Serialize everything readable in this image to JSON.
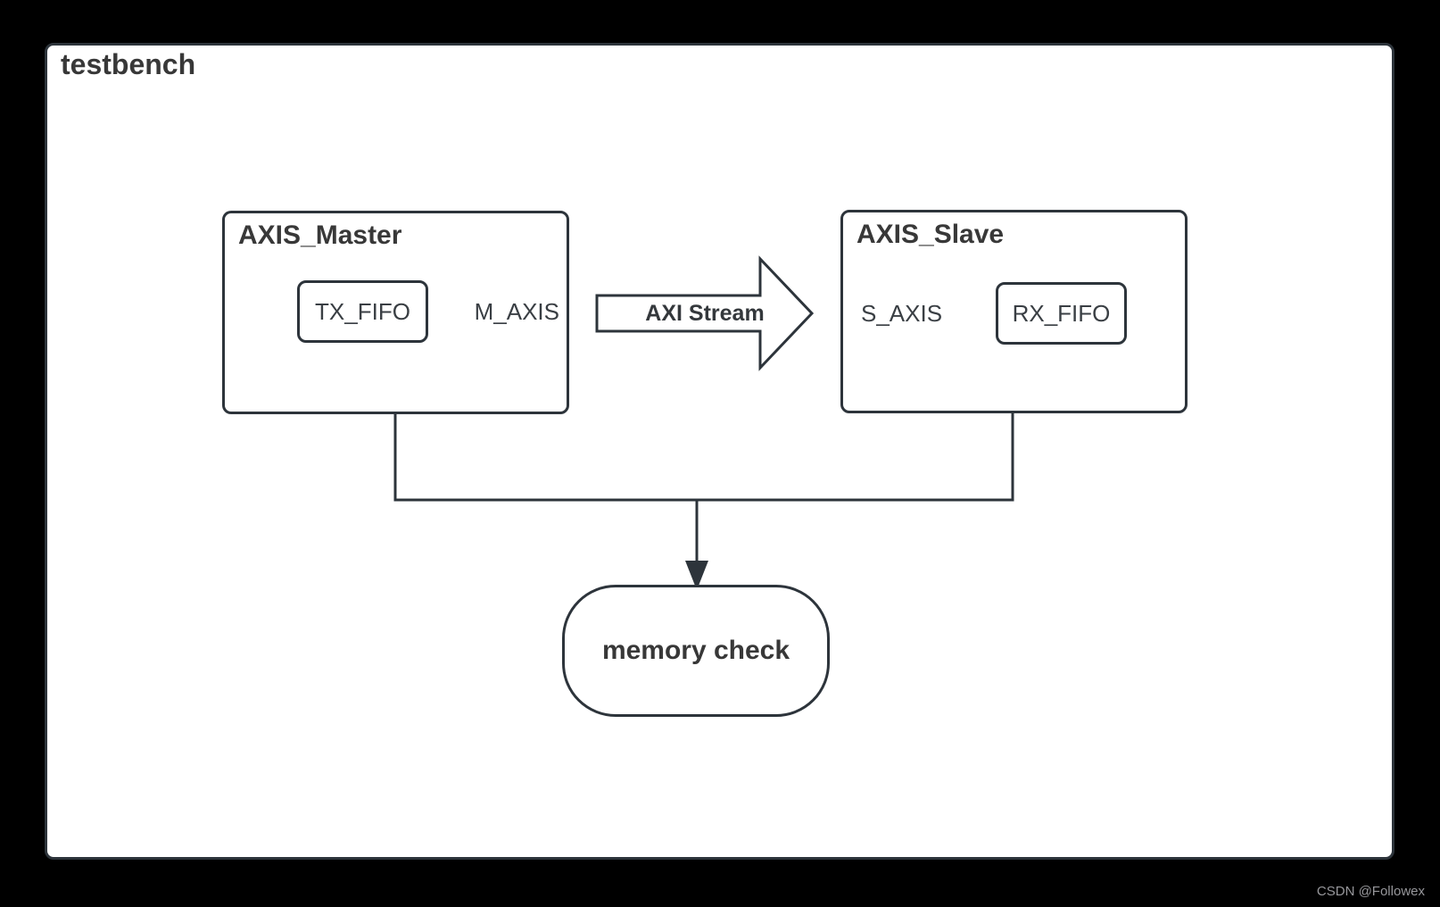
{
  "title": "testbench",
  "colors": {
    "bg": "#000000",
    "panel-bg": "#ffffff",
    "line": "#2d343b",
    "text": "#3a3f44",
    "muted": "#97979b"
  },
  "master": {
    "title": "AXIS_Master",
    "fifo_label": "TX_FIFO",
    "port_label": "M_AXIS"
  },
  "slave": {
    "title": "AXIS_Slave",
    "fifo_label": "RX_FIFO",
    "port_label": "S_AXIS"
  },
  "stream_arrow": {
    "label": "AXI Stream",
    "direction": "right"
  },
  "memory": {
    "label": "memory check"
  },
  "connections": [
    {
      "from": "AXIS_Master.M_AXIS",
      "to": "AXIS_Slave.S_AXIS",
      "label": "AXI Stream"
    },
    {
      "from": "AXIS_Master",
      "to": "memory check"
    },
    {
      "from": "AXIS_Slave",
      "to": "memory check"
    }
  ],
  "watermark": "CSDN @Followex"
}
